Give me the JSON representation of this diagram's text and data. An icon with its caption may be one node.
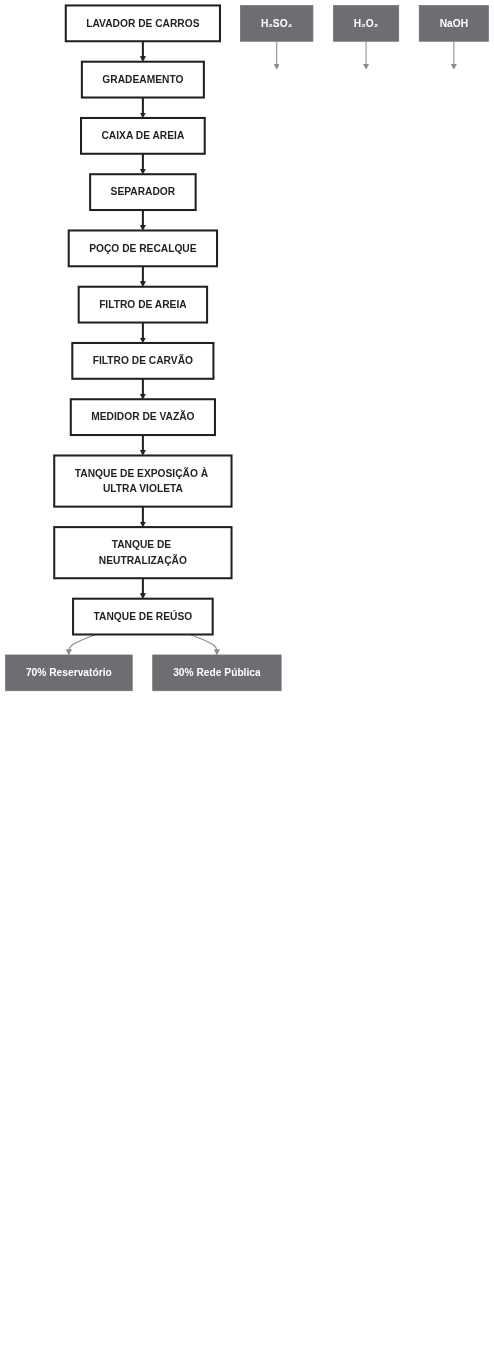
{
  "diagram": {
    "nodes": [
      {
        "text": [
          "LAVADOR DE CARROS"
        ]
      },
      {
        "text": [
          "GRADEAMENTO"
        ]
      },
      {
        "text": [
          "CAIXA DE AREIA"
        ]
      },
      {
        "text": [
          "SEPARADOR"
        ]
      },
      {
        "text": [
          "POÇO DE RECALQUE"
        ]
      },
      {
        "text": [
          "FILTRO DE AREIA"
        ]
      },
      {
        "text": [
          "FILTRO DE CARVÃO"
        ]
      },
      {
        "text": [
          "H₂SO₄"
        ]
      },
      {
        "text": [
          "H₂O₂"
        ]
      },
      {
        "text": [
          "MEDIDOR DE VAZÃO"
        ]
      },
      {
        "text": [
          "NaOH"
        ]
      },
      {
        "text": [
          "TANQUE DE EXPOSIÇÃO À ULTRA VIOLETA"
        ]
      },
      {
        "text": [
          "TANQUE DE NEUTRALIZAÇÃO"
        ]
      },
      {
        "text": [
          "TANQUE DE REÚSO"
        ]
      },
      {
        "text": [
          "70% Reservatório"
        ]
      },
      {
        "text": [
          "30% Rede Pública"
        ]
      }
    ],
    "edges": [
      {
        "from": 0,
        "to": 1,
        "arrow": "to"
      },
      {
        "from": 1,
        "to": 2,
        "arrow": "to"
      },
      {
        "from": 2,
        "to": 3,
        "arrow": "to"
      },
      {
        "from": 3,
        "to": 4,
        "arrow": "to"
      },
      {
        "from": 4,
        "to": 5,
        "arrow": "to"
      },
      {
        "from": 5,
        "to": 6,
        "arrow": "to"
      },
      {
        "from": 6,
        "to": 9,
        "arrow": "to"
      },
      {
        "from": 7,
        "to": null,
        "arrow": "to",
        "color": "#8c8c8c"
      },
      {
        "from": 8,
        "to": null,
        "arrow": "to",
        "color": "#8c8c8c"
      },
      {
        "from": 9,
        "to": 11,
        "arrow": "to"
      },
      {
        "from": 10,
        "to": null,
        "arrow": "to",
        "color": "#8c8c8c"
      },
      {
        "from": 11,
        "to": 12,
        "arrow": "to"
      },
      {
        "from": 12,
        "to": 13,
        "arrow": "to"
      },
      {
        "from": 13,
        "to": 14,
        "arrow": "to",
        "color": "#8c8c8c"
      },
      {
        "from": 13,
        "to": 15,
        "arrow": "to",
        "color": "#8c8c8c"
      }
    ]
  }
}
